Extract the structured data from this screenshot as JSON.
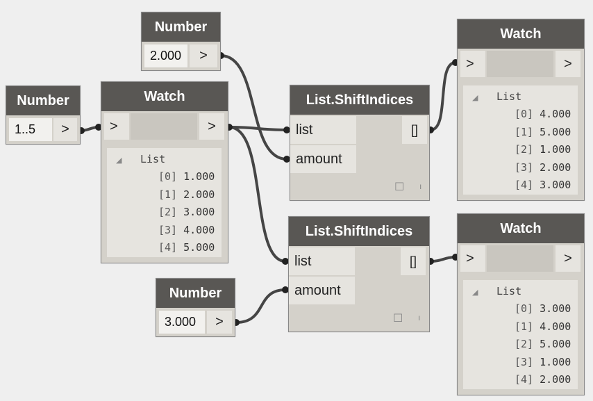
{
  "number_nodes": [
    {
      "title": "Number",
      "value": "2.000",
      "out_label": ">"
    },
    {
      "title": "Number",
      "value": "1..5",
      "out_label": ">"
    },
    {
      "title": "Number",
      "value": "3.000",
      "out_label": ">"
    }
  ],
  "watch_input": {
    "title": "Watch",
    "in_label": ">",
    "out_label": ">",
    "list_title": "List",
    "items": [
      {
        "index": "[0]",
        "value": "1.000"
      },
      {
        "index": "[1]",
        "value": "2.000"
      },
      {
        "index": "[2]",
        "value": "3.000"
      },
      {
        "index": "[3]",
        "value": "4.000"
      },
      {
        "index": "[4]",
        "value": "5.000"
      }
    ]
  },
  "shift_nodes": [
    {
      "title": "List.ShiftIndices",
      "in_list": "list",
      "in_amount": "amount",
      "output": "[]"
    },
    {
      "title": "List.ShiftIndices",
      "in_list": "list",
      "in_amount": "amount",
      "output": "[]"
    }
  ],
  "watch_results": [
    {
      "title": "Watch",
      "in_label": ">",
      "out_label": ">",
      "list_title": "List",
      "items": [
        {
          "index": "[0]",
          "value": "4.000"
        },
        {
          "index": "[1]",
          "value": "5.000"
        },
        {
          "index": "[2]",
          "value": "1.000"
        },
        {
          "index": "[3]",
          "value": "2.000"
        },
        {
          "index": "[4]",
          "value": "3.000"
        }
      ]
    },
    {
      "title": "Watch",
      "in_label": ">",
      "out_label": ">",
      "list_title": "List",
      "items": [
        {
          "index": "[0]",
          "value": "3.000"
        },
        {
          "index": "[1]",
          "value": "4.000"
        },
        {
          "index": "[2]",
          "value": "5.000"
        },
        {
          "index": "[3]",
          "value": "1.000"
        },
        {
          "index": "[4]",
          "value": "2.000"
        }
      ]
    }
  ],
  "colors": {
    "canvas": "#efefef",
    "header": "#595754",
    "body": "#d4d1ca",
    "wire": "#454545"
  }
}
